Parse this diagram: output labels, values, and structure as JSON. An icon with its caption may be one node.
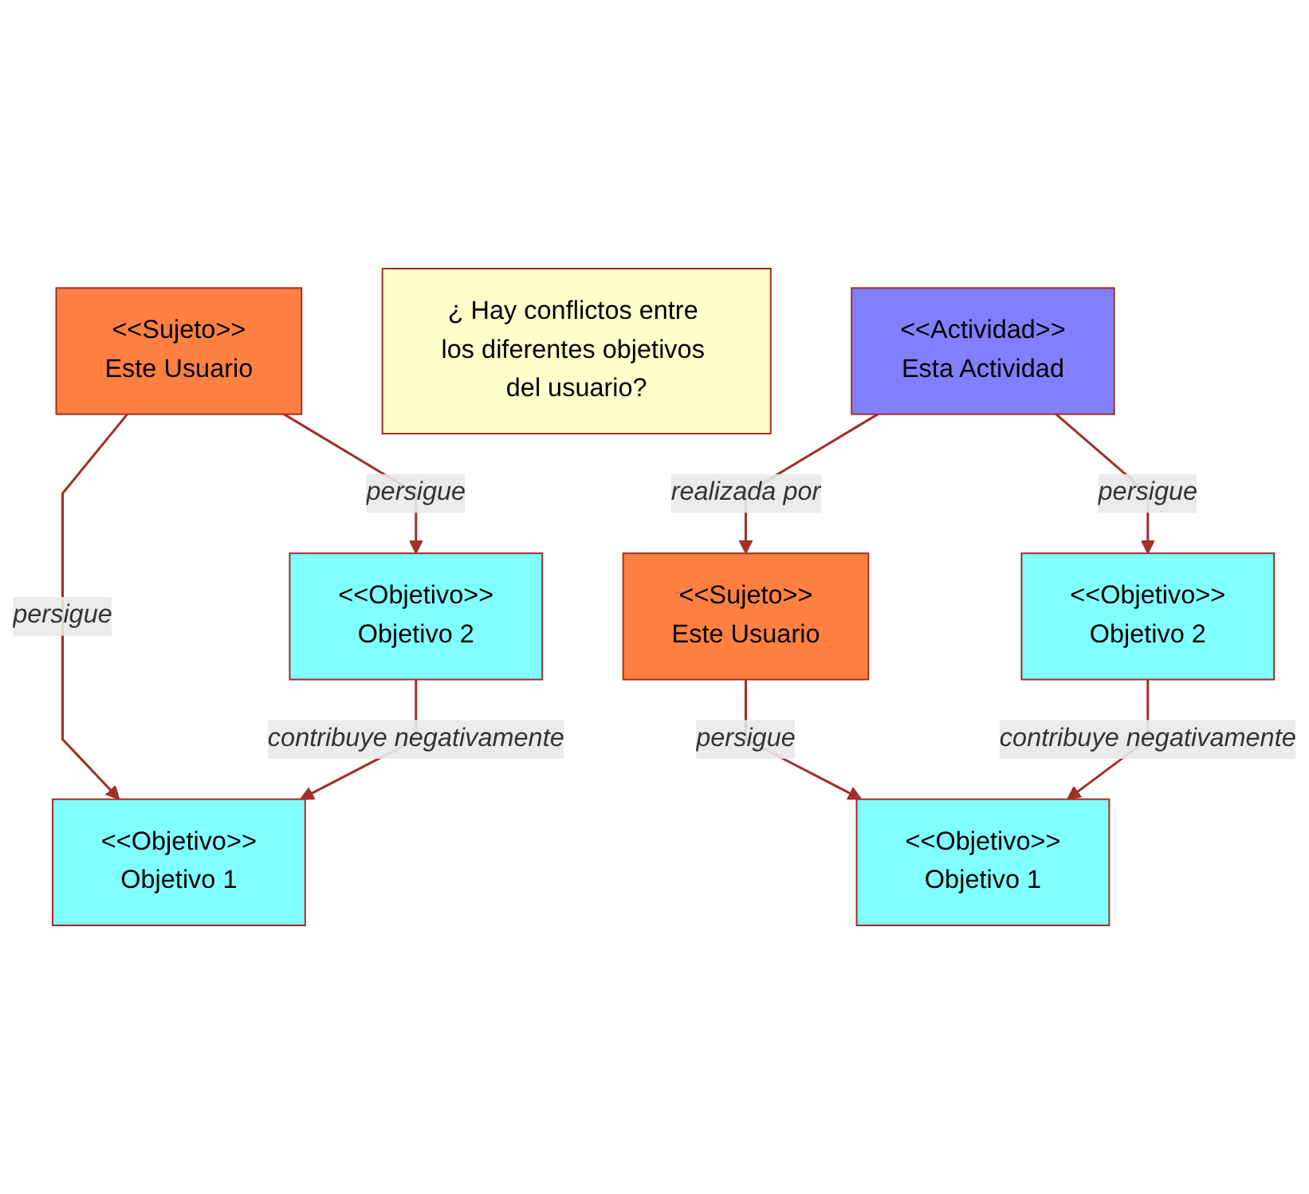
{
  "diagram": {
    "nodes": [
      {
        "text": [
          "<<Sujeto>>",
          "Este Usuario"
        ]
      },
      {
        "text": [
          "<<Objetivo>>",
          "Objetivo 1"
        ]
      },
      {
        "text": [
          "<<Objetivo>>",
          "Objetivo 2"
        ]
      },
      {
        "text": [
          "¿ Hay conflictos entre los diferentes objetivos del usuario?"
        ]
      },
      {
        "text": [
          "<<Sujeto>>",
          "Este Usuario"
        ]
      },
      {
        "text": [
          "<<Actividad>>",
          "Esta Actividad"
        ]
      },
      {
        "text": [
          "<<Objetivo>>",
          "Objetivo 1"
        ]
      },
      {
        "text": [
          "<<Objetivo>>",
          "Objetivo 2"
        ]
      }
    ],
    "edges": [
      {
        "from": 0,
        "to": 1,
        "arrow": "to",
        "label": "persigue"
      },
      {
        "from": 0,
        "to": 2,
        "arrow": "to",
        "label": "persigue"
      },
      {
        "from": 2,
        "to": 1,
        "arrow": "to",
        "label": "contribuye negativamente"
      },
      {
        "from": 5,
        "to": 4,
        "arrow": "to",
        "label": "realizada por"
      },
      {
        "from": 4,
        "to": 6,
        "arrow": "to",
        "label": "persigue"
      },
      {
        "from": 5,
        "to": 7,
        "arrow": "to",
        "label": "persigue"
      },
      {
        "from": 7,
        "to": 6,
        "arrow": "to",
        "label": "contribuye negativamente"
      }
    ]
  }
}
